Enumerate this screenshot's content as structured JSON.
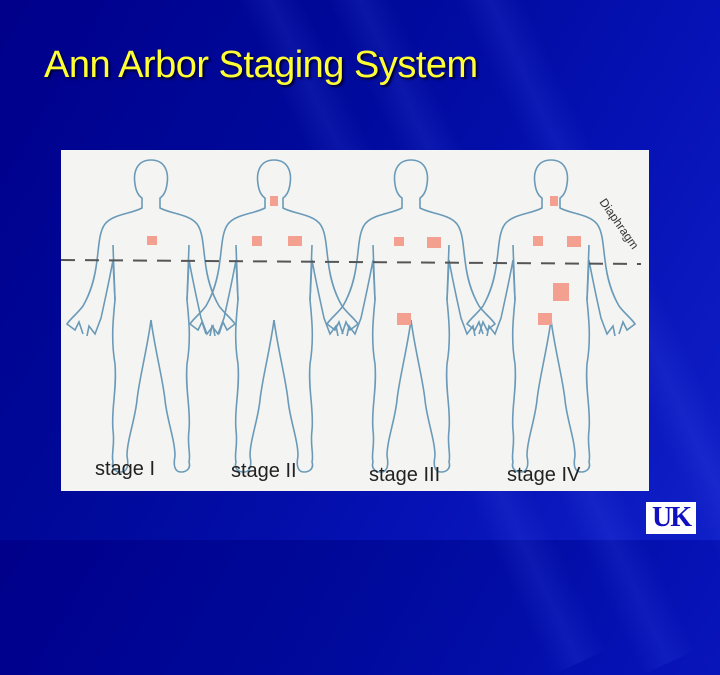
{
  "slide": {
    "title": "Ann Arbor Staging System",
    "background_color": "#000a9c",
    "title_color": "#ffff33"
  },
  "figure": {
    "diaphragm_label": "Diaphragm",
    "stages": [
      {
        "label": "stage I",
        "lesions": 1
      },
      {
        "label": "stage II",
        "lesions": 3
      },
      {
        "label": "stage III",
        "lesions": 3
      },
      {
        "label": "stage IV",
        "lesions": 5
      }
    ],
    "outline_color": "#6a9ab8",
    "lesion_color": "#f4a090"
  },
  "logo": {
    "text": "UK"
  }
}
